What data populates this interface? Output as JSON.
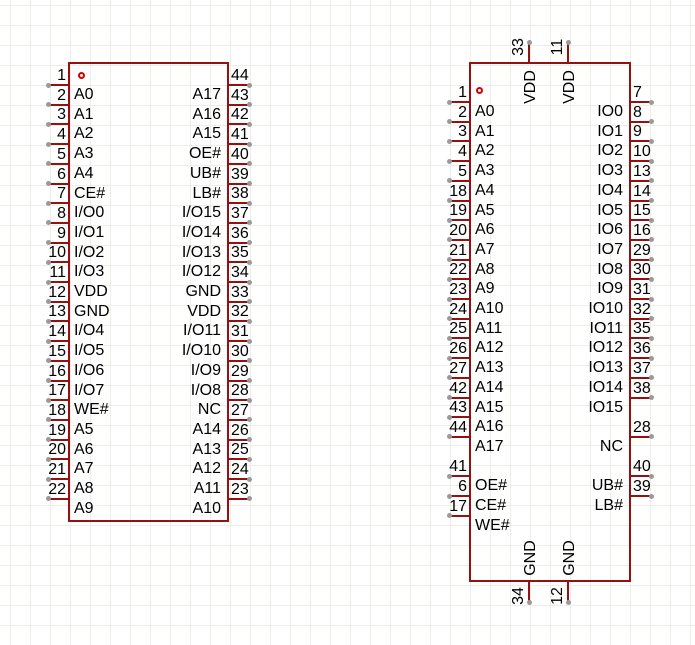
{
  "colors": {
    "component_outline": "#941112",
    "pin_hotspot_dot": "#9a9a9a",
    "pin1_marker": "#d40000",
    "text": "#000000",
    "grid_line": "#f0ede7",
    "canvas_bg": "#ffffff"
  },
  "components": [
    {
      "id": "ic-symbol-left",
      "left_pins": [
        {
          "num": "1",
          "label": "A0"
        },
        {
          "num": "2",
          "label": "A1"
        },
        {
          "num": "3",
          "label": "A2"
        },
        {
          "num": "4",
          "label": "A3"
        },
        {
          "num": "5",
          "label": "A4"
        },
        {
          "num": "6",
          "label": "CE#"
        },
        {
          "num": "7",
          "label": "I/O0"
        },
        {
          "num": "8",
          "label": "I/O1"
        },
        {
          "num": "9",
          "label": "I/O2"
        },
        {
          "num": "10",
          "label": "I/O3"
        },
        {
          "num": "11",
          "label": "VDD"
        },
        {
          "num": "12",
          "label": "GND"
        },
        {
          "num": "13",
          "label": "I/O4"
        },
        {
          "num": "14",
          "label": "I/O5"
        },
        {
          "num": "15",
          "label": "I/O6"
        },
        {
          "num": "16",
          "label": "I/O7"
        },
        {
          "num": "17",
          "label": "WE#"
        },
        {
          "num": "18",
          "label": "A5"
        },
        {
          "num": "19",
          "label": "A6"
        },
        {
          "num": "20",
          "label": "A7"
        },
        {
          "num": "21",
          "label": "A8"
        },
        {
          "num": "22",
          "label": "A9"
        }
      ],
      "right_pins": [
        {
          "num": "44",
          "label": "A17"
        },
        {
          "num": "43",
          "label": "A16"
        },
        {
          "num": "42",
          "label": "A15"
        },
        {
          "num": "41",
          "label": "OE#"
        },
        {
          "num": "40",
          "label": "UB#"
        },
        {
          "num": "39",
          "label": "LB#"
        },
        {
          "num": "38",
          "label": "I/O15"
        },
        {
          "num": "37",
          "label": "I/O14"
        },
        {
          "num": "36",
          "label": "I/O13"
        },
        {
          "num": "35",
          "label": "I/O12"
        },
        {
          "num": "34",
          "label": "GND"
        },
        {
          "num": "33",
          "label": "VDD"
        },
        {
          "num": "32",
          "label": "I/O11"
        },
        {
          "num": "31",
          "label": "I/O10"
        },
        {
          "num": "30",
          "label": "I/O9"
        },
        {
          "num": "29",
          "label": "I/O8"
        },
        {
          "num": "28",
          "label": "NC"
        },
        {
          "num": "27",
          "label": "A14"
        },
        {
          "num": "26",
          "label": "A13"
        },
        {
          "num": "25",
          "label": "A12"
        },
        {
          "num": "24",
          "label": "A11"
        },
        {
          "num": "23",
          "label": "A10"
        }
      ],
      "top_pins": [],
      "bottom_pins": []
    },
    {
      "id": "ic-symbol-right",
      "left_pins": [
        {
          "num": "1",
          "label": "A0"
        },
        {
          "num": "2",
          "label": "A1"
        },
        {
          "num": "3",
          "label": "A2"
        },
        {
          "num": "4",
          "label": "A3"
        },
        {
          "num": "5",
          "label": "A4"
        },
        {
          "num": "18",
          "label": "A5"
        },
        {
          "num": "19",
          "label": "A6"
        },
        {
          "num": "20",
          "label": "A7"
        },
        {
          "num": "21",
          "label": "A8"
        },
        {
          "num": "22",
          "label": "A9"
        },
        {
          "num": "23",
          "label": "A10"
        },
        {
          "num": "24",
          "label": "A11"
        },
        {
          "num": "25",
          "label": "A12"
        },
        {
          "num": "26",
          "label": "A13"
        },
        {
          "num": "27",
          "label": "A14"
        },
        {
          "num": "42",
          "label": "A15"
        },
        {
          "num": "43",
          "label": "A16"
        },
        {
          "num": "44",
          "label": "A17"
        },
        null,
        {
          "num": "41",
          "label": "OE#"
        },
        {
          "num": "6",
          "label": "CE#"
        },
        {
          "num": "17",
          "label": "WE#"
        }
      ],
      "right_pins": [
        {
          "num": "7",
          "label": "IO0"
        },
        {
          "num": "8",
          "label": "IO1"
        },
        {
          "num": "9",
          "label": "IO2"
        },
        {
          "num": "10",
          "label": "IO3"
        },
        {
          "num": "13",
          "label": "IO4"
        },
        {
          "num": "14",
          "label": "IO5"
        },
        {
          "num": "15",
          "label": "IO6"
        },
        {
          "num": "16",
          "label": "IO7"
        },
        {
          "num": "29",
          "label": "IO8"
        },
        {
          "num": "30",
          "label": "IO9"
        },
        {
          "num": "31",
          "label": "IO10"
        },
        {
          "num": "32",
          "label": "IO11"
        },
        {
          "num": "35",
          "label": "IO12"
        },
        {
          "num": "36",
          "label": "IO13"
        },
        {
          "num": "37",
          "label": "IO14"
        },
        {
          "num": "38",
          "label": "IO15"
        },
        null,
        {
          "num": "28",
          "label": "NC"
        },
        null,
        {
          "num": "40",
          "label": "UB#"
        },
        {
          "num": "39",
          "label": "LB#"
        },
        null
      ],
      "top_pins": [
        {
          "num": "33",
          "label": "VDD"
        },
        {
          "num": "11",
          "label": "VDD"
        }
      ],
      "bottom_pins": [
        {
          "num": "34",
          "label": "GND"
        },
        {
          "num": "12",
          "label": "GND"
        }
      ]
    }
  ]
}
